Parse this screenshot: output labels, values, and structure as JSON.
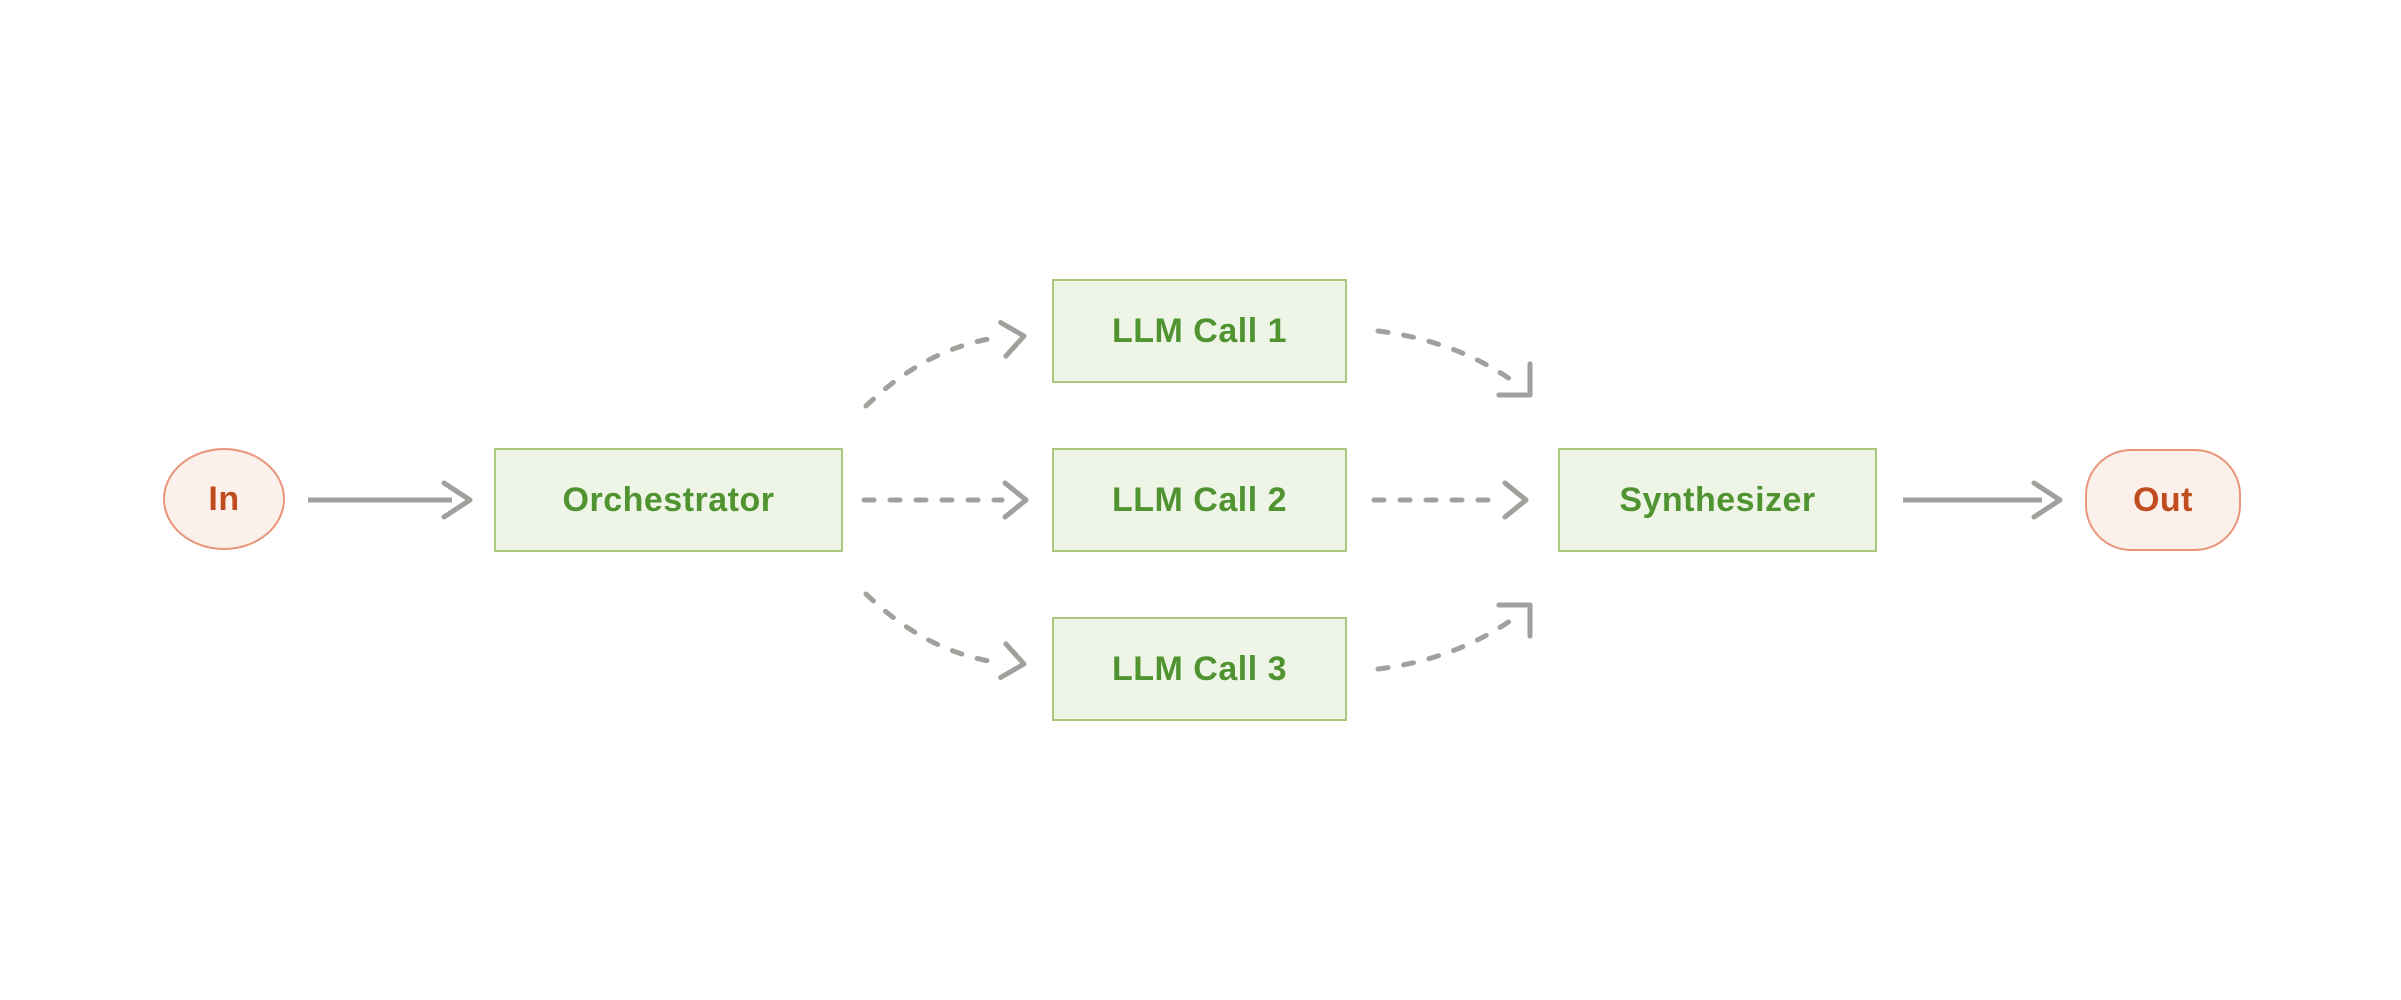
{
  "theme": {
    "background": "#ffffff",
    "green_fill": "#eef4e6",
    "green_border": "#a9c87e",
    "green_text": "#4f9431",
    "warm_fill": "#fcf0ea",
    "warm_border": "#e8957a",
    "warm_text": "#c04d20",
    "arrow_gray": "#a0a09d"
  },
  "nodes": {
    "in": {
      "label": "In",
      "shape": "ellipse",
      "color_scheme": "warm"
    },
    "orchestrator": {
      "label": "Orchestrator",
      "shape": "rect",
      "color_scheme": "green"
    },
    "llm_call_1": {
      "label": "LLM Call 1",
      "shape": "rect",
      "color_scheme": "green"
    },
    "llm_call_2": {
      "label": "LLM Call 2",
      "shape": "rect",
      "color_scheme": "green"
    },
    "llm_call_3": {
      "label": "LLM Call 3",
      "shape": "rect",
      "color_scheme": "green"
    },
    "synthesizer": {
      "label": "Synthesizer",
      "shape": "rect",
      "color_scheme": "green"
    },
    "out": {
      "label": "Out",
      "shape": "pill",
      "color_scheme": "warm"
    }
  },
  "edges": [
    {
      "from": "In",
      "to": "Orchestrator",
      "style": "solid"
    },
    {
      "from": "Orchestrator",
      "to": "LLM Call 1",
      "style": "dashed"
    },
    {
      "from": "Orchestrator",
      "to": "LLM Call 2",
      "style": "dashed"
    },
    {
      "from": "Orchestrator",
      "to": "LLM Call 3",
      "style": "dashed"
    },
    {
      "from": "LLM Call 1",
      "to": "Synthesizer",
      "style": "dashed"
    },
    {
      "from": "LLM Call 2",
      "to": "Synthesizer",
      "style": "dashed"
    },
    {
      "from": "LLM Call 3",
      "to": "Synthesizer",
      "style": "dashed"
    },
    {
      "from": "Synthesizer",
      "to": "Out",
      "style": "solid"
    }
  ]
}
